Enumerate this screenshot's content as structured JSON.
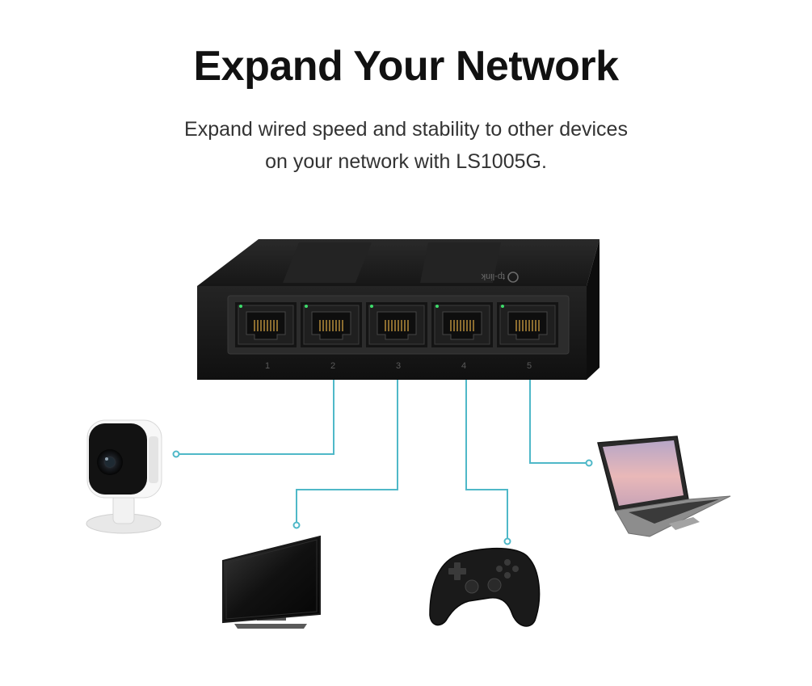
{
  "headline": "Expand Your Network",
  "subtitle": {
    "line1": "Expand wired speed and stability to other devices",
    "line2": "on your network with LS1005G."
  },
  "switch": {
    "brand": "tp-link",
    "ports": [
      "1",
      "2",
      "3",
      "4",
      "5"
    ]
  },
  "devices": [
    "security-camera",
    "television",
    "game-controller",
    "laptop"
  ],
  "colors": {
    "connector_line": "#4fb8c8",
    "switch_body": "#1c1c1c",
    "port_led": "#3ddc6a"
  }
}
